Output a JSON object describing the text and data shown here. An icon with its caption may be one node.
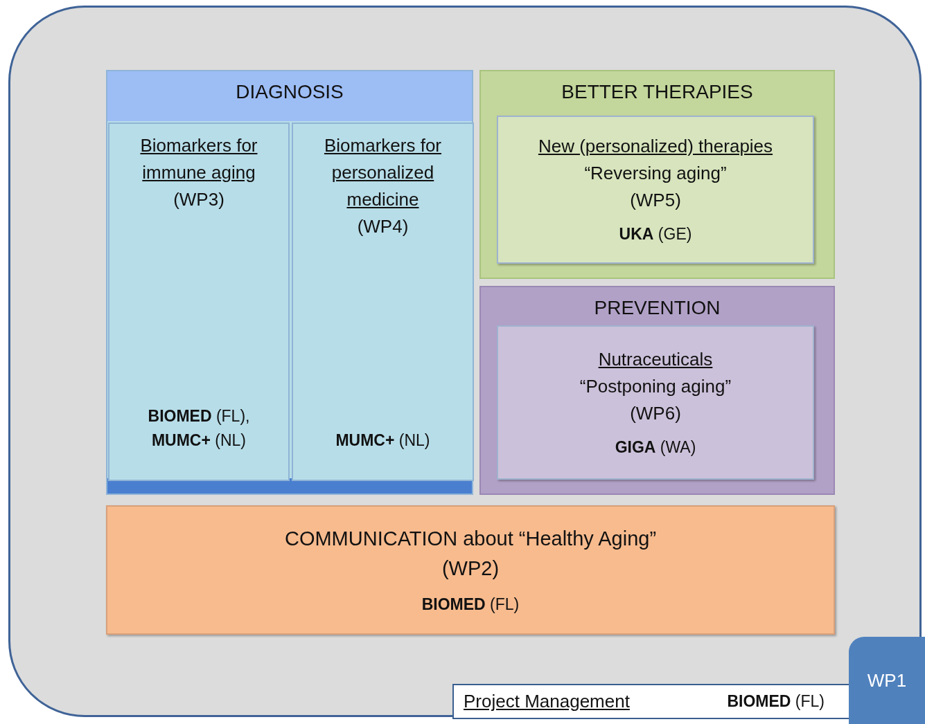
{
  "diagram": {
    "nodes": [
      {
        "text": [],
        "shape": "box"
      },
      {
        "text": [
          "DIAGNOSIS"
        ],
        "in": 0
      },
      {
        "text": [
          "Biomarkers for immune aging",
          "(WP3)",
          "**BIOMED** (FL), **MUMC+** (NL)"
        ],
        "in": 1
      },
      {
        "text": [
          "Biomarkers for personalized medicine",
          "(WP4)",
          "**MUMC+** (NL)"
        ],
        "in": 1
      },
      {
        "text": [
          "BETTER THERAPIES"
        ],
        "in": 0
      },
      {
        "text": [
          "New (personalized) therapies",
          "“Reversing aging”",
          "(WP5)",
          "**UKA** (GE)"
        ],
        "in": 4
      },
      {
        "text": [
          "PREVENTION"
        ],
        "in": 0
      },
      {
        "text": [
          "Nutraceuticals",
          "“Postponing aging”",
          "(WP6)",
          "**GIGA** (WA)"
        ],
        "in": 6
      },
      {
        "text": [
          "COMMUNICATION about “Healthy Aging”",
          "(WP2)",
          "**BIOMED** (FL)"
        ],
        "in": 0
      },
      {
        "text": [
          "Project Management",
          "**BIOMED** (FL)"
        ],
        "in": 0
      },
      {
        "text": [
          "WP1"
        ]
      }
    ]
  }
}
